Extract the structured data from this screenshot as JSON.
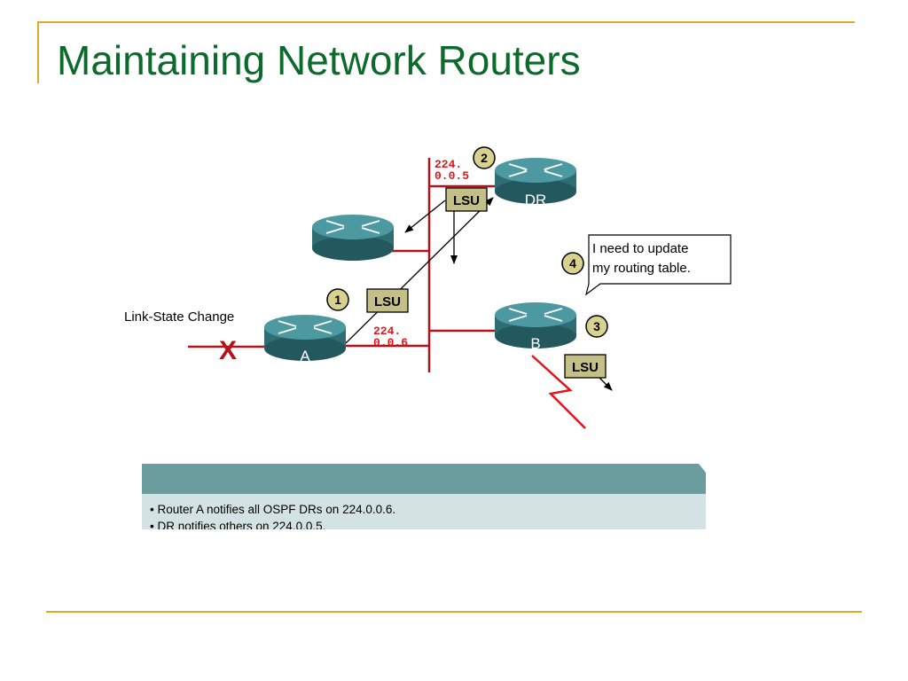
{
  "slide": {
    "title": "Maintaining Network Routers",
    "colors": {
      "title": "#0b6a2c",
      "rule": "#e0a92b",
      "segment": "#b5121b",
      "router": "#3f8a93",
      "lsu_fill": "#c4be87",
      "badge_fill": "#d9d28e",
      "address_text": "#e0161c",
      "caption_header": "#6b9c9e",
      "caption_body": "#d3e3e3"
    }
  },
  "diagram": {
    "routers": {
      "dr": "DR",
      "a": "A",
      "b": "B"
    },
    "address_dr_line1": "224.",
    "address_dr_line2": "0.0.5",
    "address_a_line1": "224.",
    "address_a_line2": "0.0.6",
    "lsu_label": "LSU",
    "link_state_label": "Link-State Change",
    "failure_mark": "X",
    "speech_line1": "I need to update",
    "speech_line2": "my routing table.",
    "steps": [
      "1",
      "2",
      "3",
      "4"
    ]
  },
  "caption": {
    "lines": [
      "• Router A notifies all OSPF DRs on 224.0.0.6.",
      "• DR notifies others on 224.0.0.5."
    ]
  }
}
